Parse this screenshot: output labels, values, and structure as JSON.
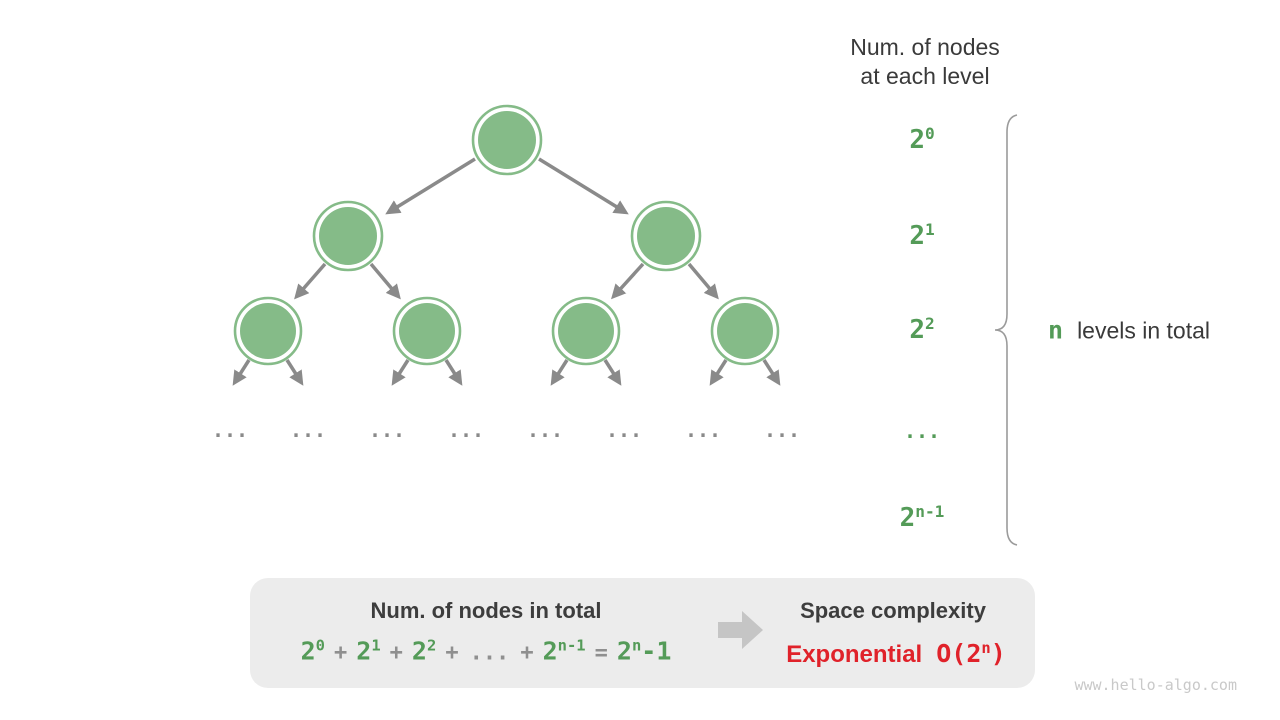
{
  "header": {
    "line1": "Num. of nodes",
    "line2": "at each level"
  },
  "levels_column": [
    {
      "base": "2",
      "sup": "0"
    },
    {
      "base": "2",
      "sup": "1"
    },
    {
      "base": "2",
      "sup": "2"
    },
    {
      "base": "...",
      "sup": ""
    },
    {
      "base": "2",
      "sup": "n-1"
    }
  ],
  "brace_label": {
    "n": "n",
    "rest": "levels in total"
  },
  "tree": {
    "ellipsis": "..."
  },
  "summary": {
    "left_title": "Num. of nodes in total",
    "formula": {
      "t0": {
        "b": "2",
        "s": "0"
      },
      "plus1": "+",
      "t1": {
        "b": "2",
        "s": "1"
      },
      "plus2": "+",
      "t2": {
        "b": "2",
        "s": "2"
      },
      "plus3": "+",
      "dots": "...",
      "plus4": "+",
      "tn": {
        "b": "2",
        "s": "n-1"
      },
      "equals": "=",
      "result": {
        "b": "2",
        "s": "n",
        "tail": "-1"
      }
    },
    "right_title": "Space complexity",
    "complexity": {
      "label": "Exponential",
      "o_prefix": "O(2",
      "o_sup": "n",
      "o_suffix": ")"
    }
  },
  "watermark": "www.hello-algo.com",
  "colors": {
    "node_green": "#85bb88",
    "green_text": "#549b58",
    "edge_gray": "#8a8a8a",
    "dark_text": "#3d3d3d",
    "red_text": "#e0222a",
    "box_bg": "#ececec",
    "block_arrow": "#c5c5c5"
  }
}
